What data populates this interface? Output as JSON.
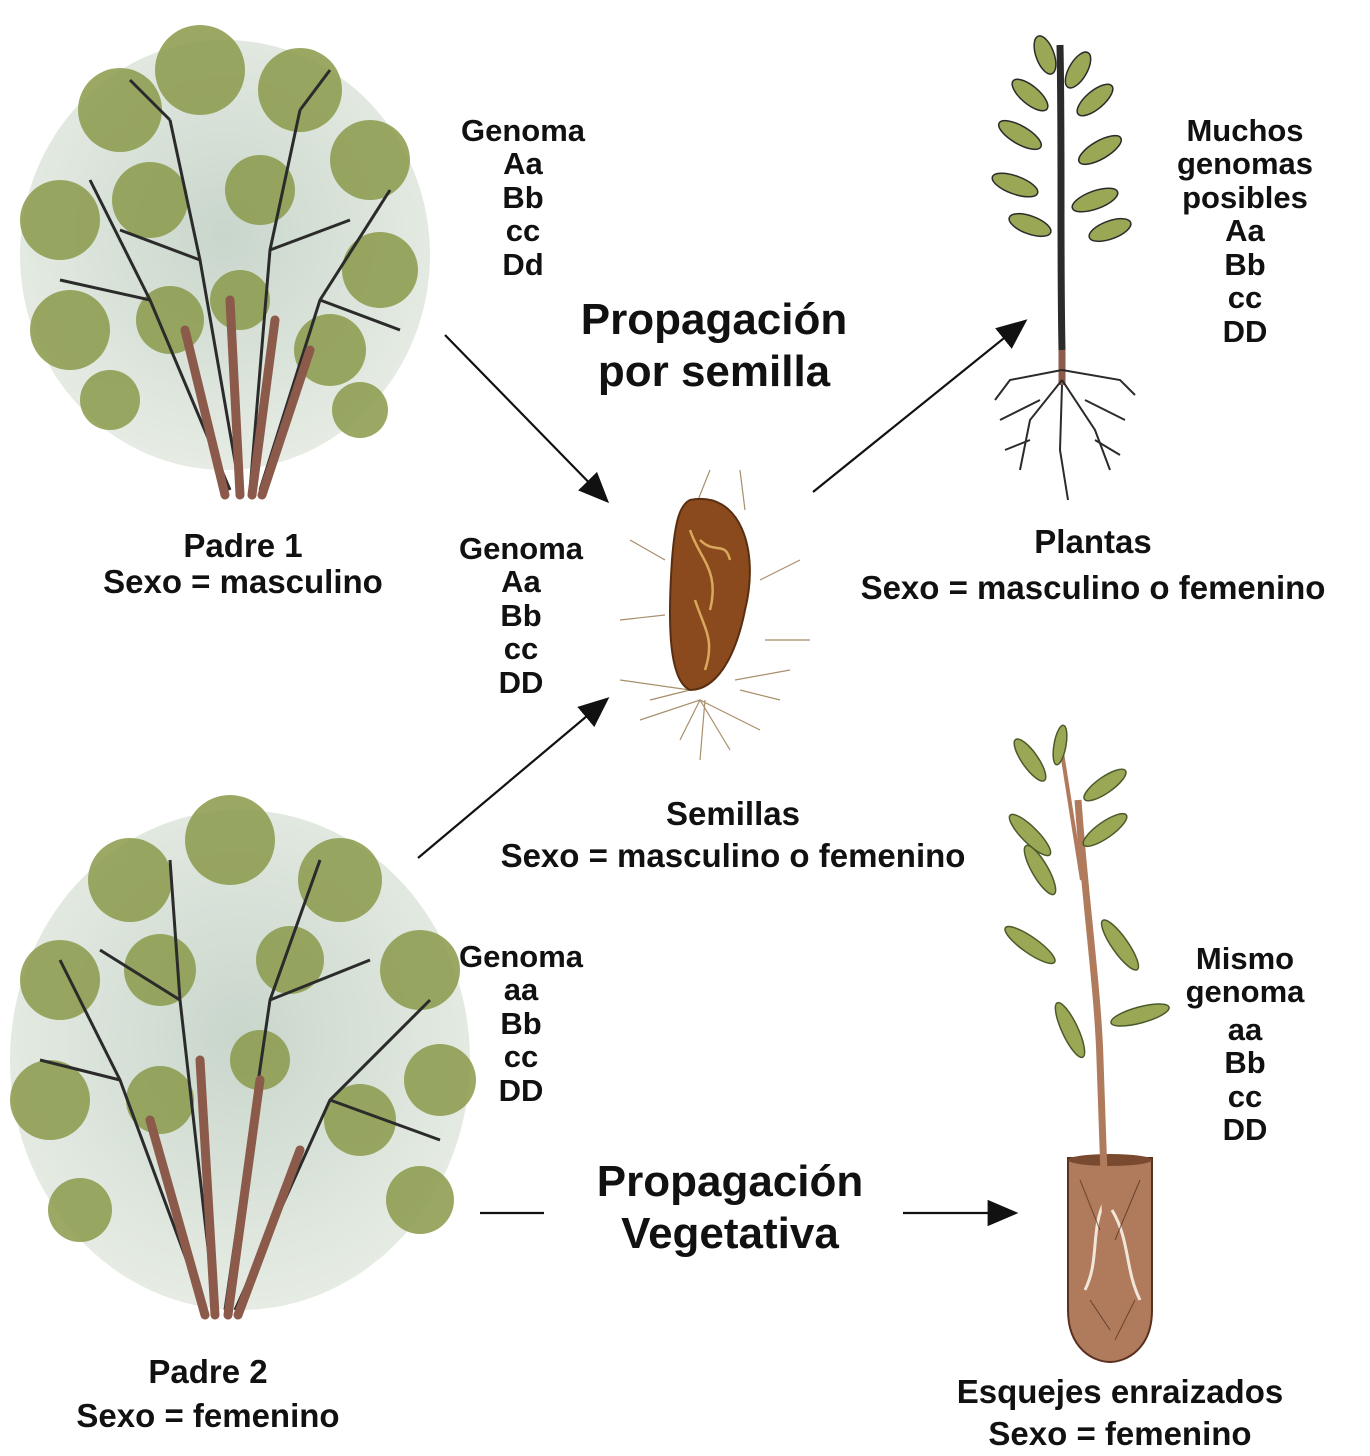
{
  "seed_propagation": {
    "line1": "Propagación",
    "line2": "por semilla"
  },
  "vegetative_propagation": {
    "line1": "Propagación",
    "line2": "Vegetativa"
  },
  "parent1": {
    "name": "Padre 1",
    "sex": "Sexo = masculino",
    "genome_title": "Genoma",
    "genes": [
      "Aa",
      "Bb",
      "cc",
      "Dd"
    ]
  },
  "parent2": {
    "name": "Padre 2",
    "sex": "Sexo = femenino",
    "genome_title": "Genoma",
    "genes": [
      "aa",
      "Bb",
      "cc",
      "DD"
    ]
  },
  "seeds": {
    "name": "Semillas",
    "sex": "Sexo = masculino o femenino",
    "genome_title": "Genoma",
    "genes": [
      "Aa",
      "Bb",
      "cc",
      "DD"
    ]
  },
  "plants": {
    "name": "Plantas",
    "sex": "Sexo = masculino o femenino",
    "genome_title": [
      "Muchos",
      "genomas",
      "posibles"
    ],
    "genes": [
      "Aa",
      "Bb",
      "cc",
      "DD"
    ]
  },
  "cuttings": {
    "name": "Esquejes enraizados",
    "sex": "Sexo = femenino",
    "genome_title": [
      "Mismo",
      "genoma"
    ],
    "genes": [
      "aa",
      "Bb",
      "cc",
      "DD"
    ]
  },
  "colors": {
    "foliage": "#8a9a4a",
    "foliage_mist": "#aebfb6",
    "trunk": "#8b5a4a",
    "branch": "#2b2b2b",
    "seed": "#8a4a1e",
    "pot": "#b07a5c",
    "leaf": "#9aa856"
  }
}
